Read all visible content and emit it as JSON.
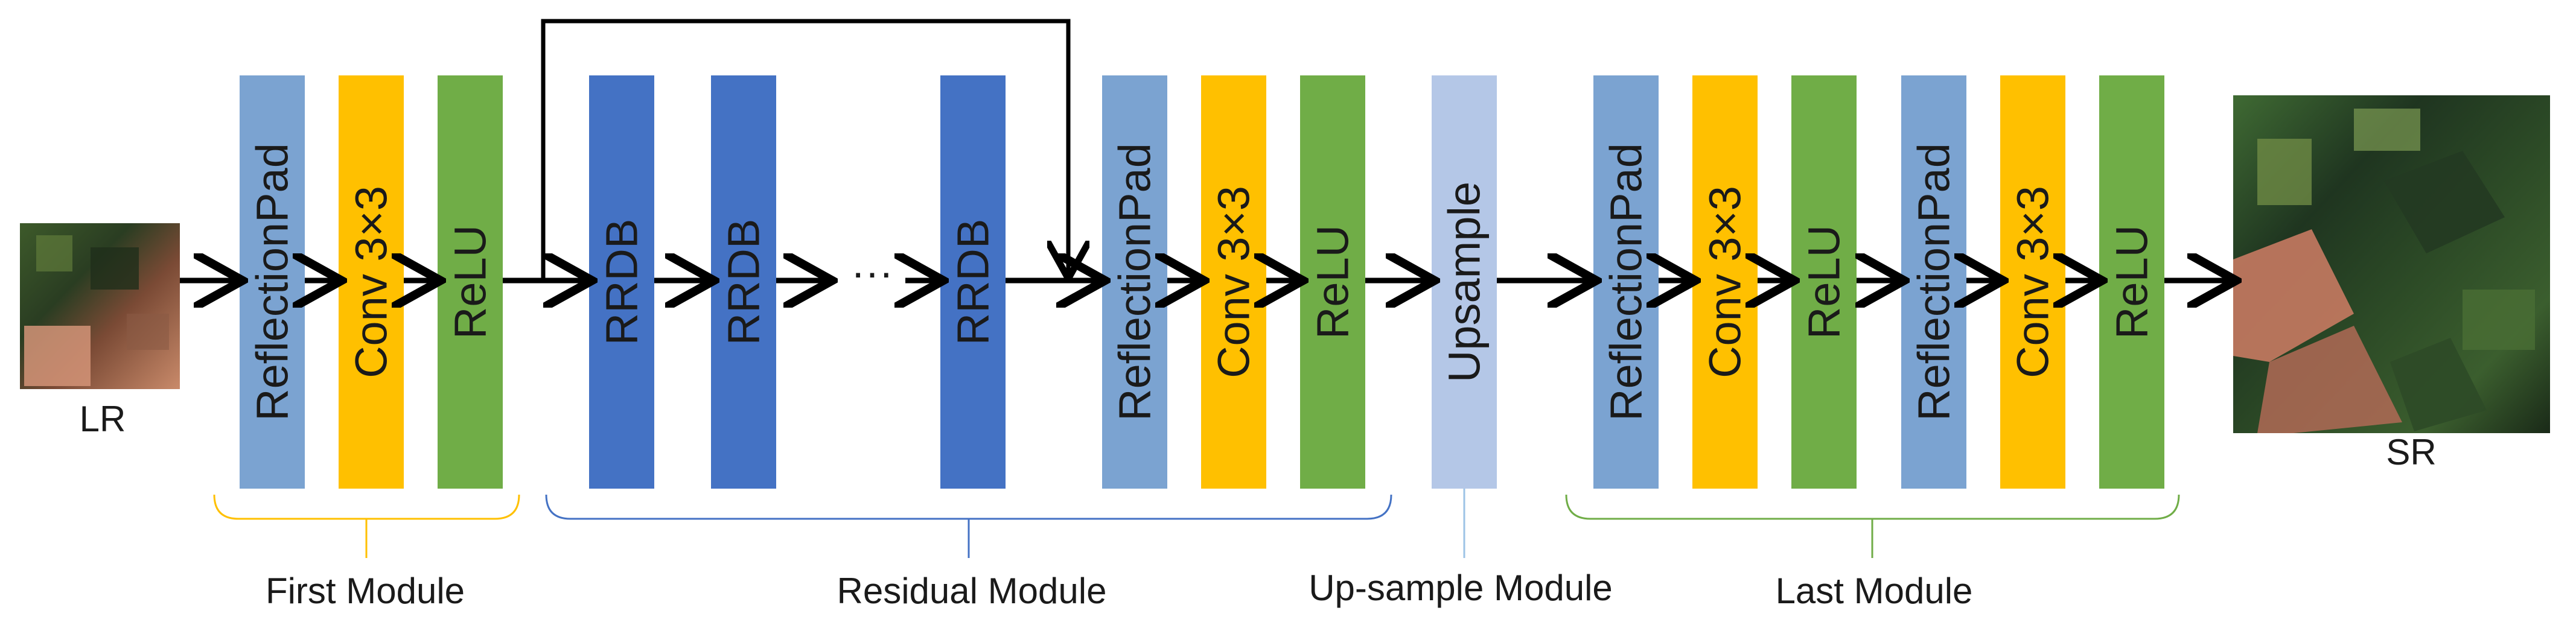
{
  "colors": {
    "reflection_pad": "#7BA3D1",
    "conv": "#FFC000",
    "relu": "#70AD47",
    "rrdb": "#4472C4",
    "upsample": "#B4C7E7",
    "arrow": "#000000",
    "bracket_first": "#FFC000",
    "bracket_residual": "#4472C4",
    "bracket_upsample": "#9DC3E6",
    "bracket_last": "#70AD47"
  },
  "input": {
    "label": "LR",
    "image_icon": "satellite-image-thumbnail"
  },
  "output": {
    "label": "SR",
    "image_icon": "satellite-image-super-resolved"
  },
  "blocks": {
    "first_pad": "ReflectionPad",
    "first_conv": "Conv 3×3",
    "first_relu": "ReLU",
    "rrdb1": "RRDB",
    "rrdb2": "RRDB",
    "ellipsis": "···",
    "rrdb3": "RRDB",
    "res_pad": "ReflectionPad",
    "res_conv": "Conv 3×3",
    "res_relu": "ReLU",
    "upsample": "Upsample",
    "last_pad1": "ReflectionPad",
    "last_conv1": "Conv 3×3",
    "last_relu1": "ReLU",
    "last_pad2": "ReflectionPad",
    "last_conv2": "Conv 3×3",
    "last_relu2": "ReLU"
  },
  "modules": {
    "first": "First  Module",
    "residual": "Residual  Module",
    "upsample": "Up-sample  Module",
    "last": "Last  Module"
  }
}
